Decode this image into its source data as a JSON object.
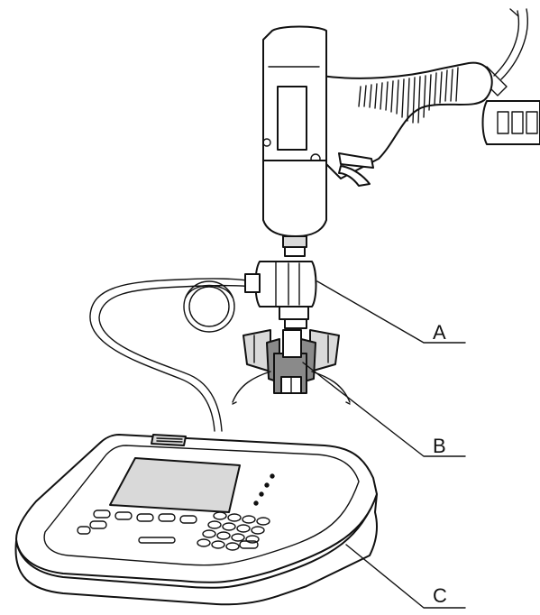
{
  "labels": {
    "a": "A",
    "b": "B",
    "c": "C"
  },
  "colors": {
    "line": "#111111",
    "shade_light": "#d9d9d9",
    "shade_dark": "#8a8a8a",
    "background": "#ffffff"
  }
}
